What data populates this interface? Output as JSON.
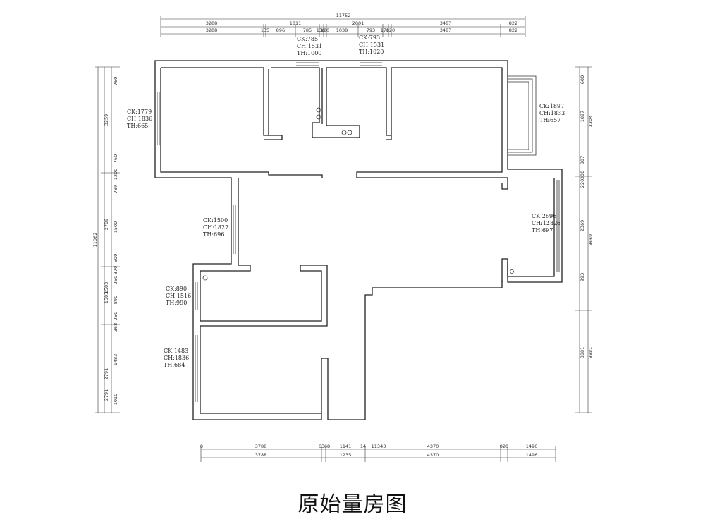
{
  "title": "原始量房图",
  "dimensions": {
    "top_total": "11752",
    "top_row1": [
      "3288",
      "1811",
      "2001",
      "3487",
      "822"
    ],
    "top_row2": [
      "3288",
      "135",
      "896",
      "785",
      "130",
      "130",
      "1038",
      "793",
      "170",
      "120",
      "3487",
      "822"
    ],
    "bottom_row1": [
      "8",
      "3788",
      "63",
      "68",
      "1141",
      "14",
      "11343",
      "4370",
      "820",
      "1496"
    ],
    "bottom_row2": [
      "3788",
      "1235",
      "4370",
      "1496"
    ],
    "left_total": "11062",
    "left_row1": [
      "760",
      "3259",
      "760",
      "1200",
      "789",
      "1500",
      "500",
      "370",
      "250",
      "1503",
      "890",
      "250",
      "368",
      "1483",
      "2791",
      "1010"
    ],
    "left_row2": [
      "2789",
      "1503",
      "2791"
    ],
    "right_row1": [
      "600",
      "1897",
      "807",
      "300",
      "220",
      "2369",
      "993",
      "3881"
    ],
    "right_row2": [
      "3304",
      "3669",
      "3881"
    ]
  },
  "windows": [
    {
      "ck": "CK:785",
      "ch": "CH:1531",
      "th": "TH:1000"
    },
    {
      "ck": "CK:793",
      "ch": "CH:1531",
      "th": "TH:1020"
    },
    {
      "ck": "CK:1779",
      "ch": "CH:1836",
      "th": "TH:665"
    },
    {
      "ck": "CK:1897",
      "ch": "CH:1833",
      "th": "TH:657"
    },
    {
      "ck": "CK:2696",
      "ch": "CH:12826",
      "th": "TH:697"
    },
    {
      "ck": "CK:1500",
      "ch": "CH:1827",
      "th": "TH:696"
    },
    {
      "ck": "CK:890",
      "ch": "CH:1516",
      "th": "TH:990"
    },
    {
      "ck": "CK:1483",
      "ch": "CH:1836",
      "th": "TH:684"
    }
  ]
}
